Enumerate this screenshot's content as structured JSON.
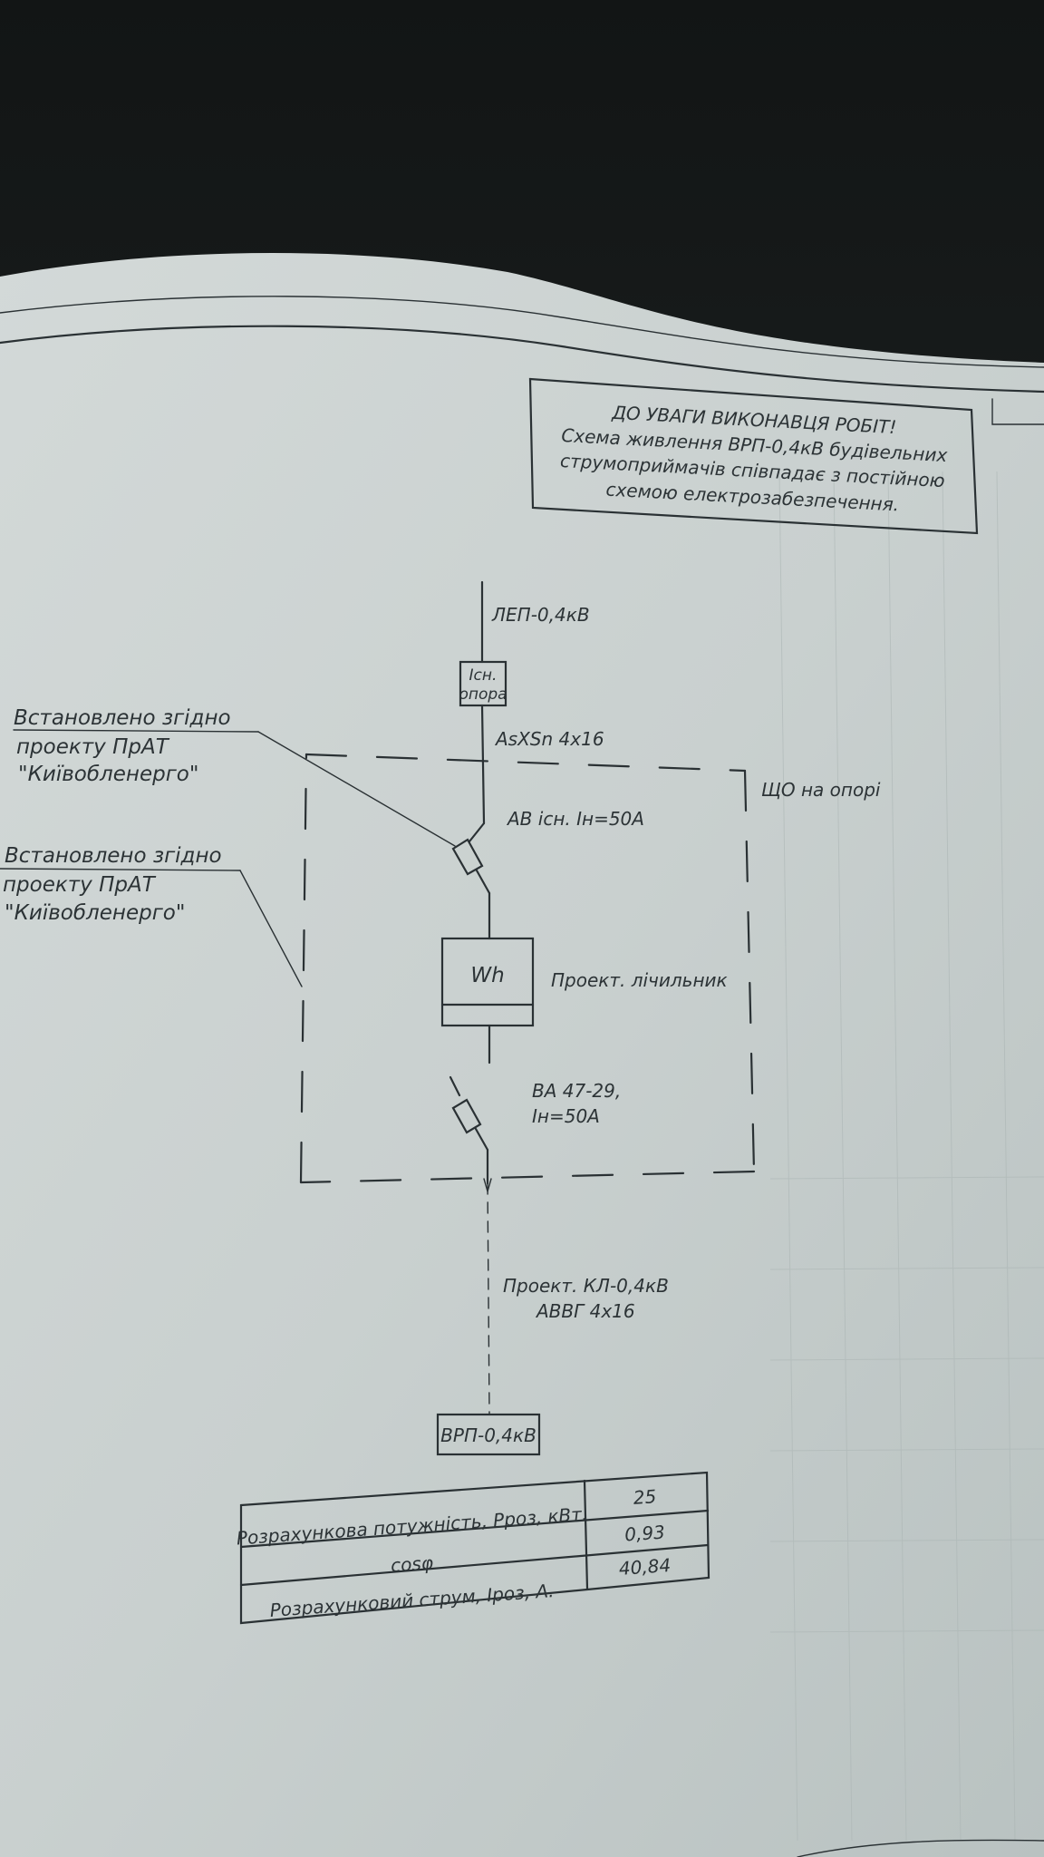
{
  "notice": {
    "line1": "ДО УВАГИ ВИКОНАВЦЯ РОБІТ!",
    "line2": "Схема живлення ВРП-0,4кВ будівельних",
    "line3": "струмоприймачів співпадає з постійною",
    "line4": "схемою електрозабезпечення."
  },
  "labels": {
    "line_name": "ЛЕП-0,4кВ",
    "pole_line1": "Існ.",
    "pole_line2": "опора",
    "cable_in": "AsXSn 4x16",
    "panel": "ЩО на опорі",
    "breaker_existing": "АВ існ. Ін=50А",
    "meter_symbol": "Wh",
    "meter_label": "Проект. лічильник",
    "breaker_new_line1": "ВА 47-29,",
    "breaker_new_line2": "Ін=50А",
    "cable_out_line1": "Проект. КЛ-0,4кВ",
    "cable_out_line2": "АВВГ 4х16",
    "consumer": "ВРП-0,4кВ"
  },
  "callouts": [
    {
      "line1": "Встановлено згідно",
      "line2": "проекту ПрАТ",
      "line3": "\"Київобленерго\""
    },
    {
      "line1": "Встановлено згідно",
      "line2": "проекту ПрАТ",
      "line3": "\"Київобленерго\""
    }
  ],
  "load_table": {
    "rows": [
      {
        "param": "Розрахункова потужність, Pроз, кВт.",
        "value": "25"
      },
      {
        "param": "cosφ",
        "value": "0,93"
      },
      {
        "param": "Розрахунковий струм, Iроз, А.",
        "value": "40,84"
      }
    ]
  }
}
